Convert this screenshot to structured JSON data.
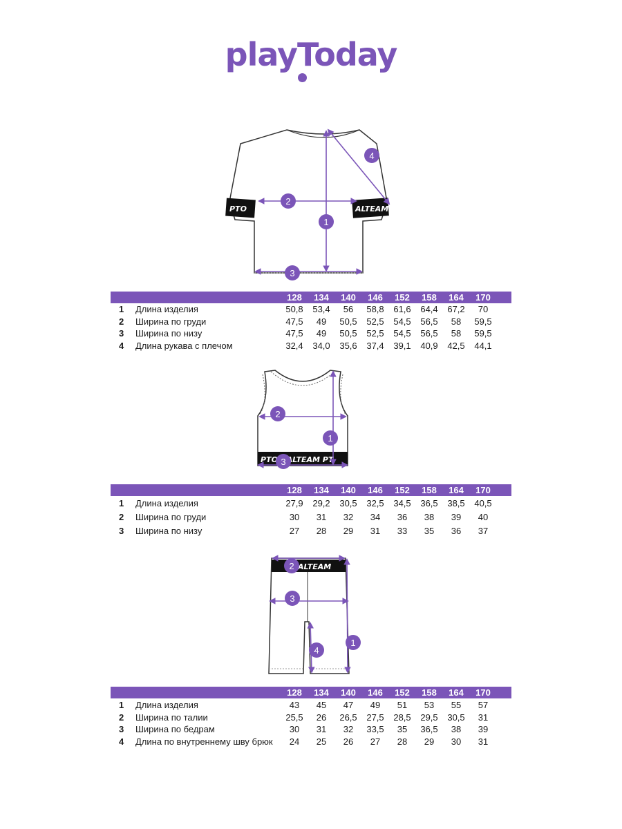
{
  "brand": {
    "logo_text": "playToday"
  },
  "colors": {
    "accent": "#7b55b8",
    "text": "#1a1a1a"
  },
  "tshirt": {
    "markers": [
      "1",
      "2",
      "3",
      "4"
    ],
    "band_text": [
      "PTO",
      "ALTEAM"
    ],
    "sizes": [
      "128",
      "134",
      "140",
      "146",
      "152",
      "158",
      "164",
      "170"
    ],
    "rows": [
      {
        "num": "1",
        "label": "Длина изделия",
        "values": [
          "50,8",
          "53,4",
          "56",
          "58,8",
          "61,6",
          "64,4",
          "67,2",
          "70"
        ]
      },
      {
        "num": "2",
        "label": "Ширина по груди",
        "values": [
          "47,5",
          "49",
          "50,5",
          "52,5",
          "54,5",
          "56,5",
          "58",
          "59,5"
        ]
      },
      {
        "num": "3",
        "label": "Ширина по низу",
        "values": [
          "47,5",
          "49",
          "50,5",
          "52,5",
          "54,5",
          "56,5",
          "58",
          "59,5"
        ]
      },
      {
        "num": "4",
        "label": "Длина рукава с плечом",
        "values": [
          "32,4",
          "34,0",
          "35,6",
          "37,4",
          "39,1",
          "40,9",
          "42,5",
          "44,1"
        ]
      }
    ]
  },
  "top": {
    "markers": [
      "1",
      "2",
      "3"
    ],
    "band_text": "PTO GALTEAM PT",
    "sizes": [
      "128",
      "134",
      "140",
      "146",
      "152",
      "158",
      "164",
      "170"
    ],
    "rows": [
      {
        "num": "1",
        "label": "Длина изделия",
        "values": [
          "27,9",
          "29,2",
          "30,5",
          "32,5",
          "34,5",
          "36,5",
          "38,5",
          "40,5"
        ]
      },
      {
        "num": "2",
        "label": "Ширина по груди",
        "values": [
          "30",
          "31",
          "32",
          "34",
          "36",
          "38",
          "39",
          "40"
        ]
      },
      {
        "num": "3",
        "label": "Ширина по низу",
        "values": [
          "27",
          "28",
          "29",
          "31",
          "33",
          "35",
          "36",
          "37"
        ]
      }
    ]
  },
  "shorts": {
    "markers": [
      "1",
      "2",
      "3",
      "4"
    ],
    "band_text": "ALTEAM",
    "sizes": [
      "128",
      "134",
      "140",
      "146",
      "152",
      "158",
      "164",
      "170"
    ],
    "rows": [
      {
        "num": "1",
        "label": "Длина изделия",
        "values": [
          "43",
          "45",
          "47",
          "49",
          "51",
          "53",
          "55",
          "57"
        ]
      },
      {
        "num": "2",
        "label": "Ширина по талии",
        "values": [
          "25,5",
          "26",
          "26,5",
          "27,5",
          "28,5",
          "29,5",
          "30,5",
          "31"
        ]
      },
      {
        "num": "3",
        "label": "Ширина по бедрам",
        "values": [
          "30",
          "31",
          "32",
          "33,5",
          "35",
          "36,5",
          "38",
          "39"
        ]
      },
      {
        "num": "4",
        "label": "Длина по внутреннему шву брюк",
        "values": [
          "24",
          "25",
          "26",
          "27",
          "28",
          "29",
          "30",
          "31"
        ]
      }
    ]
  }
}
